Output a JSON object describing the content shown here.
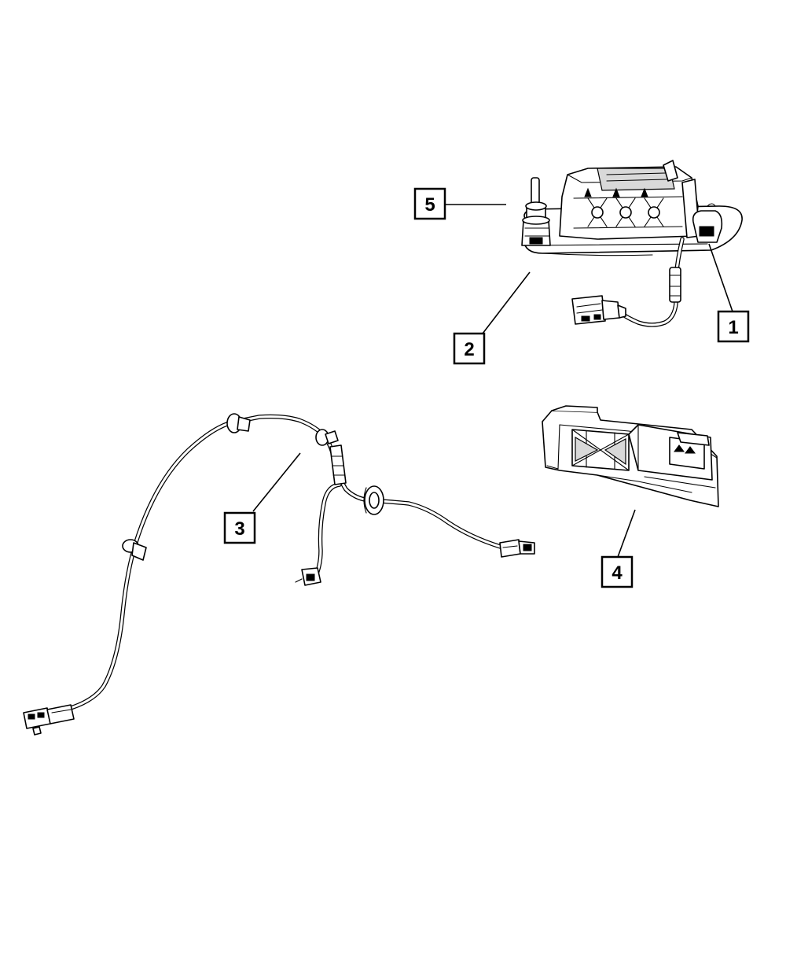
{
  "callouts": [
    {
      "id": "1",
      "label": "1"
    },
    {
      "id": "2",
      "label": "2"
    },
    {
      "id": "3",
      "label": "3"
    },
    {
      "id": "4",
      "label": "4"
    },
    {
      "id": "5",
      "label": "5"
    }
  ],
  "colors": {
    "ink": "#000000",
    "background": "#ffffff",
    "shade": "#d9d9d9"
  }
}
